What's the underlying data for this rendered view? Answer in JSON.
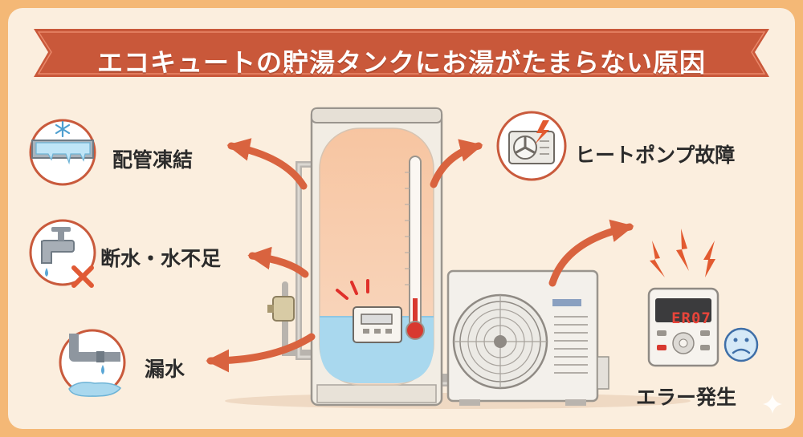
{
  "title": "エコキュートの貯湯タンクにお湯がたまらない原因",
  "causes": {
    "pipe_freeze": "配管凍結",
    "water_shortage": "断水・水不足",
    "water_leak": "漏水",
    "heat_pump_failure": "ヒートポンプ故障",
    "error": "エラー発生"
  },
  "remote_display": "ER07",
  "colors": {
    "banner": "#c9583a",
    "arrow": "#d9633f",
    "background": "#fbeede",
    "outer": "#f4b876",
    "water": "#a9d8ee",
    "tank_hot": "#f6c9a6"
  }
}
